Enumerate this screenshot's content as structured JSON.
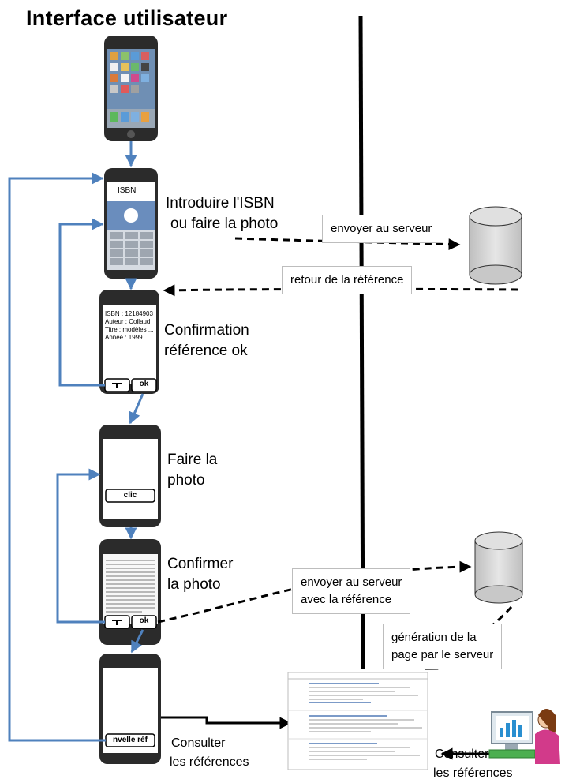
{
  "title": "Interface utilisateur",
  "steps": {
    "isbn": {
      "line1": "Introduire l'ISBN",
      "line2": "ou faire la photo",
      "screen_label": "ISBN"
    },
    "confirm_ref": {
      "line1": "Confirmation",
      "line2": "référence ok",
      "fields": [
        "ISBN : 12184903",
        "Auteur : Collaud",
        "Titre : modèles ...",
        "Année : 1999"
      ],
      "ok_button": "ok"
    },
    "photo": {
      "line1": "Faire la",
      "line2": "photo",
      "clic_button": "clic"
    },
    "confirm_photo": {
      "line1": "Confirmer",
      "line2": "la photo",
      "ok_button": "ok"
    },
    "new_ref": {
      "button": "nvelle réf",
      "consult_line1": "Consulter",
      "consult_line2": "les références"
    }
  },
  "messages": {
    "send": "envoyer au serveur",
    "return": "retour de la référence",
    "send_with_ref_line1": "envoyer au serveur",
    "send_with_ref_line2": "avec la référence",
    "generation_line1": "génération de la",
    "generation_line2": "page par le serveur"
  },
  "pc_user": {
    "consult_line1": "Consulter",
    "consult_line2": "les références"
  },
  "colors": {
    "arrow": "#4f81bd",
    "server": "#d9d9d9",
    "divider": "#000000"
  }
}
